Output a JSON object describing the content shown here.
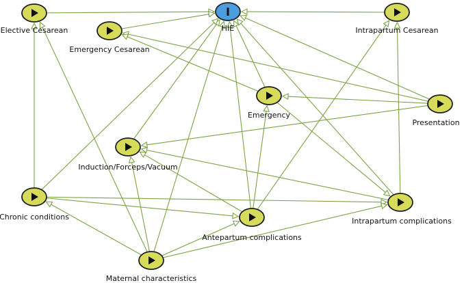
{
  "colors": {
    "edge": "#7aa345",
    "node_fill": "#d6dc5a",
    "node_stroke": "#1f1f1f",
    "target_fill": "#4a9ee0",
    "play_icon": "#111111"
  },
  "nodes": [
    {
      "id": "hie",
      "label": "HIE",
      "icon": "target-bar-icon",
      "role": "outcome"
    },
    {
      "id": "elective",
      "label": "Elective Cesarean",
      "icon": "play-icon"
    },
    {
      "id": "emergency_cs",
      "label": "Emergency Cesarean",
      "icon": "play-icon"
    },
    {
      "id": "intrapartum_cs",
      "label": "Intrapartum Cesarean",
      "icon": "play-icon"
    },
    {
      "id": "emergency",
      "label": "Emergency",
      "icon": "play-icon"
    },
    {
      "id": "presentation",
      "label": "Presentation",
      "icon": "play-icon"
    },
    {
      "id": "induction",
      "label": "Induction/Forceps/Vacuum",
      "icon": "play-icon"
    },
    {
      "id": "chronic",
      "label": "Chronic conditions",
      "icon": "play-icon"
    },
    {
      "id": "intrapartum_comp",
      "label": "Intrapartum complications",
      "icon": "play-icon"
    },
    {
      "id": "antepartum",
      "label": "Antepartum complications",
      "icon": "play-icon"
    },
    {
      "id": "maternal",
      "label": "Maternal characteristics",
      "icon": "play-icon"
    }
  ],
  "edges": [
    {
      "from": "elective",
      "to": "hie"
    },
    {
      "from": "intrapartum_cs",
      "to": "hie"
    },
    {
      "from": "emergency_cs",
      "to": "hie"
    },
    {
      "from": "emergency",
      "to": "hie"
    },
    {
      "from": "presentation",
      "to": "hie"
    },
    {
      "from": "presentation",
      "to": "emergency_cs"
    },
    {
      "from": "presentation",
      "to": "emergency"
    },
    {
      "from": "presentation",
      "to": "induction"
    },
    {
      "from": "emergency",
      "to": "emergency_cs"
    },
    {
      "from": "emergency",
      "to": "intrapartum_comp"
    },
    {
      "from": "induction",
      "to": "hie"
    },
    {
      "from": "chronic",
      "to": "hie"
    },
    {
      "from": "chronic",
      "to": "elective"
    },
    {
      "from": "chronic",
      "to": "antepartum"
    },
    {
      "from": "chronic",
      "to": "intrapartum_comp"
    },
    {
      "from": "intrapartum_comp",
      "to": "hie"
    },
    {
      "from": "intrapartum_comp",
      "to": "induction"
    },
    {
      "from": "intrapartum_comp",
      "to": "intrapartum_cs"
    },
    {
      "from": "antepartum",
      "to": "hie"
    },
    {
      "from": "antepartum",
      "to": "emergency"
    },
    {
      "from": "antepartum",
      "to": "intrapartum_cs"
    },
    {
      "from": "antepartum",
      "to": "induction"
    },
    {
      "from": "maternal",
      "to": "hie"
    },
    {
      "from": "maternal",
      "to": "elective"
    },
    {
      "from": "maternal",
      "to": "chronic"
    },
    {
      "from": "maternal",
      "to": "antepartum"
    },
    {
      "from": "maternal",
      "to": "intrapartum_comp"
    },
    {
      "from": "maternal",
      "to": "induction"
    }
  ]
}
